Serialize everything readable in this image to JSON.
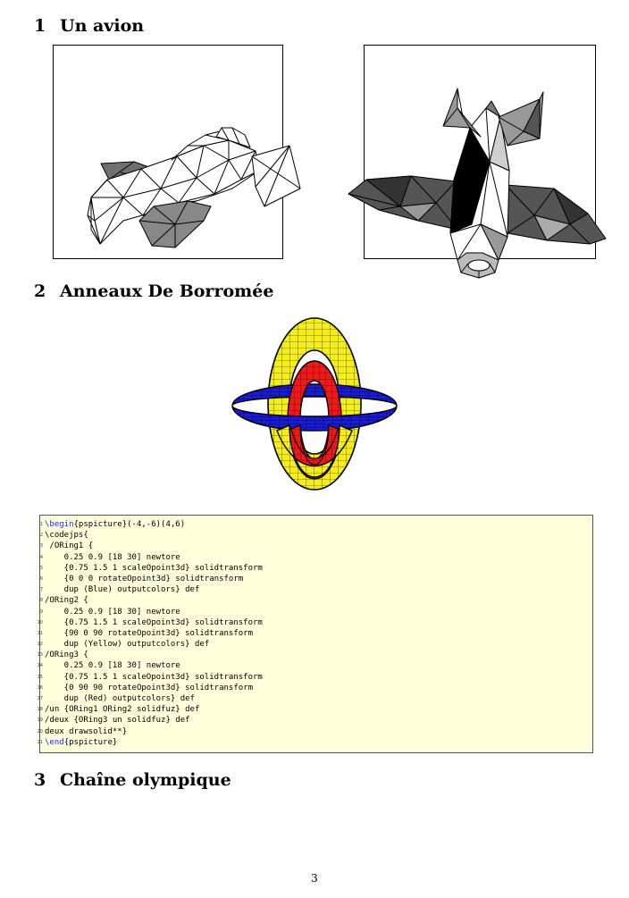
{
  "sections": [
    {
      "number": "1",
      "title": "Un avion"
    },
    {
      "number": "2",
      "title": "Anneaux De Borromée"
    },
    {
      "number": "3",
      "title": "Chaîne olympique"
    }
  ],
  "code": {
    "lines": [
      {
        "n": "1",
        "kw": "\\begin",
        "text": "{pspicture}(-4,-6)(4,6)"
      },
      {
        "n": "2",
        "kw": "",
        "text": "\\codejps{"
      },
      {
        "n": "3",
        "kw": "",
        "text": " /ORing1 {"
      },
      {
        "n": "4",
        "kw": "",
        "text": "    0.25 0.9 [18 30] newtore"
      },
      {
        "n": "5",
        "kw": "",
        "text": "    {0.75 1.5 1 scaleOpoint3d} solidtransform"
      },
      {
        "n": "6",
        "kw": "",
        "text": "    {0 0 0 rotateOpoint3d} solidtransform"
      },
      {
        "n": "7",
        "kw": "",
        "text": "    dup (Blue) outputcolors} def"
      },
      {
        "n": "8",
        "kw": "",
        "text": "/ORing2 {"
      },
      {
        "n": "9",
        "kw": "",
        "text": "    0.25 0.9 [18 30] newtore"
      },
      {
        "n": "10",
        "kw": "",
        "text": "    {0.75 1.5 1 scaleOpoint3d} solidtransform"
      },
      {
        "n": "11",
        "kw": "",
        "text": "    {90 0 90 rotateOpoint3d} solidtransform"
      },
      {
        "n": "12",
        "kw": "",
        "text": "    dup (Yellow) outputcolors} def"
      },
      {
        "n": "13",
        "kw": "",
        "text": "/ORing3 {"
      },
      {
        "n": "14",
        "kw": "",
        "text": "    0.25 0.9 [18 30] newtore"
      },
      {
        "n": "15",
        "kw": "",
        "text": "    {0.75 1.5 1 scaleOpoint3d} solidtransform"
      },
      {
        "n": "16",
        "kw": "",
        "text": "    {0 90 90 rotateOpoint3d} solidtransform"
      },
      {
        "n": "17",
        "kw": "",
        "text": "    dup (Red) outputcolors} def"
      },
      {
        "n": "18",
        "kw": "",
        "text": "/un {ORing1 ORing2 solidfuz} def"
      },
      {
        "n": "19",
        "kw": "",
        "text": "/deux {ORing3 un solidfuz} def"
      },
      {
        "n": "20",
        "kw": "",
        "text": "deux drawsolid**}"
      },
      {
        "n": "21",
        "kw": "\\end",
        "text": "{pspicture}"
      }
    ]
  },
  "page_number": "3",
  "colors": {
    "code_background": "#ffffdb",
    "keyword": "#1530d8",
    "ring_blue": "#1a1adc",
    "ring_yellow": "#f4ec1c",
    "ring_red": "#ee1a1a"
  }
}
